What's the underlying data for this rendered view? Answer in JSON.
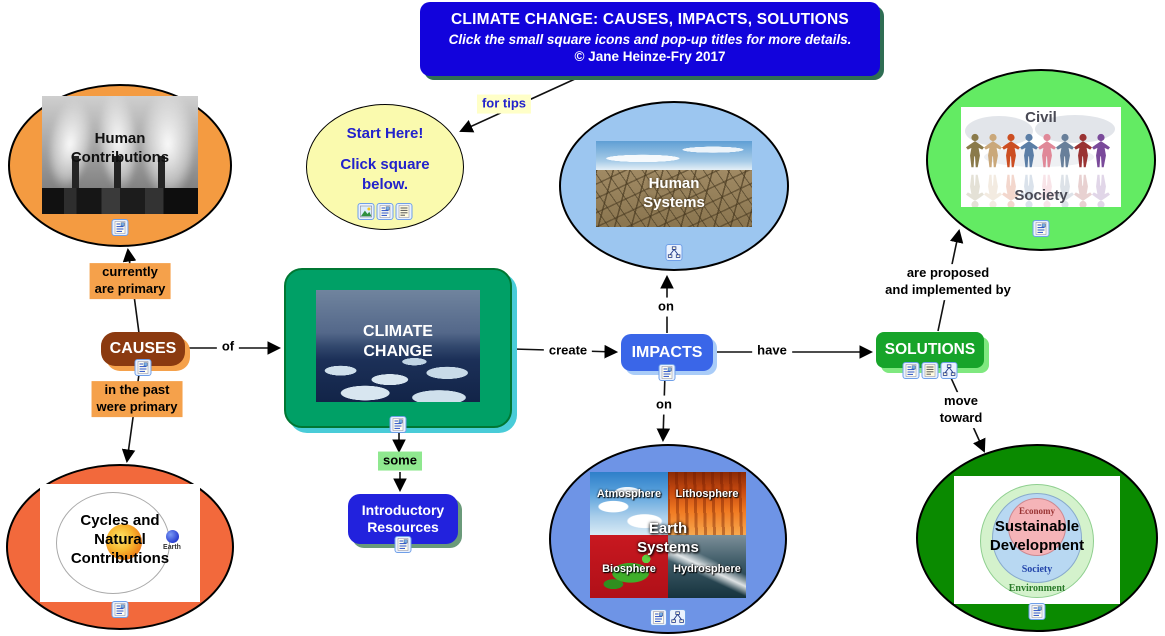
{
  "title_box": {
    "line1": "CLIMATE CHANGE:  CAUSES, IMPACTS, SOLUTIONS",
    "line2": "Click the small square icons and pop-up titles for more details.",
    "line3": "© Jane Heinze-Fry 2017"
  },
  "link_labels": {
    "for_tips": "for tips",
    "currently": "currently\nare primary",
    "of": "of",
    "in_the_past": "in the past\nwere primary",
    "some": "some",
    "create": "create",
    "on_upper": "on",
    "on_lower": "on",
    "have": "have",
    "are_proposed": "are proposed\nand implemented by",
    "move_toward": "move\ntoward"
  },
  "nodes": {
    "start_here": {
      "line1": "Start Here!",
      "line2": "Click square\nbelow."
    },
    "human_contributions": {
      "label": "Human\nContributions"
    },
    "causes": {
      "label": "CAUSES"
    },
    "cycles_natural": {
      "label": "Cycles and\nNatural\nContributions",
      "earth_caption": "Earth"
    },
    "climate_change": {
      "label": "CLIMATE\nCHANGE"
    },
    "introductory_resources": {
      "label": "Introductory\nResources"
    },
    "impacts": {
      "label": "IMPACTS"
    },
    "human_systems": {
      "label": "Human\nSystems"
    },
    "earth_systems": {
      "label": "Earth\nSystems",
      "quadrants": [
        "Atmosphere",
        "Lithosphere",
        "Biosphere",
        "Hydrosphere"
      ]
    },
    "solutions": {
      "label": "SOLUTIONS"
    },
    "civil_society": {
      "top_word": "Civil",
      "bottom_word": "Society"
    },
    "sustainable_development": {
      "label": "Sustainable\nDevelopment",
      "rings": [
        "Economy",
        "Society",
        "Environment"
      ]
    }
  },
  "icons": {
    "document-resource-icon": "small page with image corner, opens attached document",
    "image-resource-icon": "small framed picture, opens attached image",
    "text-resource-icon": "small page with text lines, opens attached text",
    "cmap-resource-icon": "small linked-boxes glyph, opens linked concept map"
  },
  "colors": {
    "title_bg": "#1203dc",
    "causes_bg": "#8b3a10",
    "impacts_bg": "#3a66e8",
    "solutions_bg": "#17a42a",
    "introductory_resources_bg": "#2222dd",
    "climate_change_bg": "#00a066",
    "orange_ellipse": "#f49b41",
    "red_orange_ellipse": "#f2693c",
    "yellow_ellipse": "#fafaae",
    "light_blue_ellipse": "#9cc6f0",
    "blue_ellipse": "#6e94e6",
    "light_green_ellipse": "#63eb63",
    "dark_green_ellipse": "#0a8a00",
    "label_orange": "#f5a14b",
    "label_green": "#8fe88f",
    "label_yellow": "#ffffc8"
  }
}
